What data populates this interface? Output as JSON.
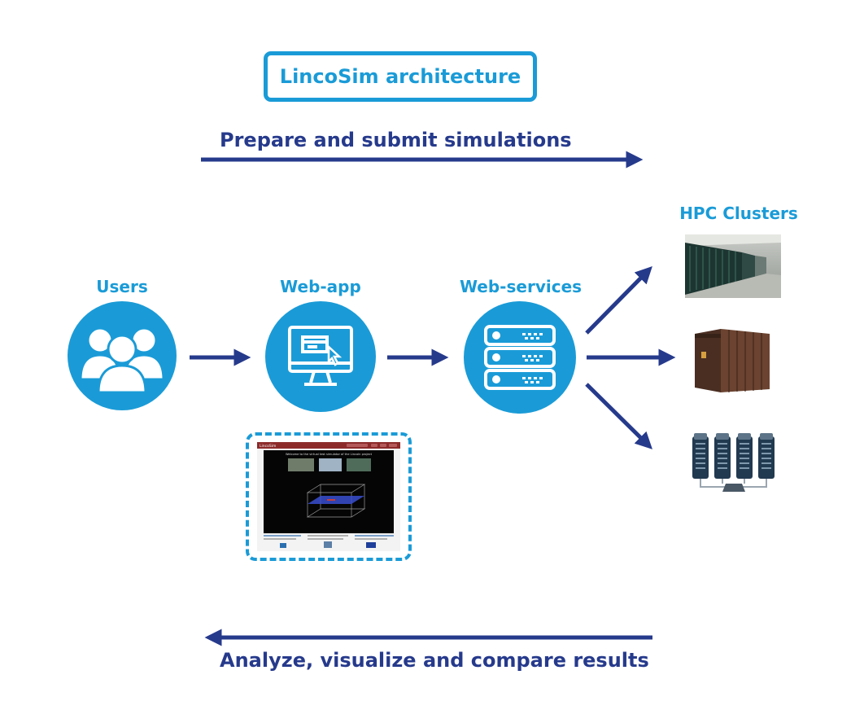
{
  "title": "LincoSim architecture",
  "flows": {
    "top": "Prepare and submit simulations",
    "bottom": "Analyze, visualize and compare results"
  },
  "nodes": {
    "users": {
      "label": "Users",
      "icon": "users-icon"
    },
    "webapp": {
      "label": "Web-app",
      "icon": "monitor-icon"
    },
    "webservices": {
      "label": "Web-services",
      "icon": "server-icon"
    }
  },
  "hpc": {
    "label": "HPC Clusters",
    "items": [
      "supercomputer-room-image",
      "cabinet-cluster-image",
      "server-racks-icon"
    ]
  },
  "webapp_screenshot": {
    "header": "LincoSim",
    "welcome": "Welcome to the virtual test simulator of the Lincoln project"
  },
  "colors": {
    "accent": "#1a9bd7",
    "arrow": "#263a8c"
  }
}
